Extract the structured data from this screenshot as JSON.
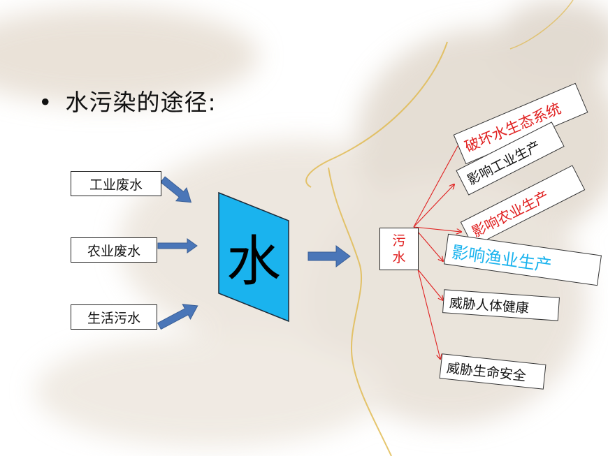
{
  "title": {
    "bullet": "•",
    "text": "水污染的途径:"
  },
  "sources": [
    {
      "label": "工业废水"
    },
    {
      "label": "农业废水"
    },
    {
      "label": "生活污水"
    }
  ],
  "center": {
    "label": "水",
    "fill": "#1ab3ee"
  },
  "sewage": {
    "line1": "污",
    "line2": "水"
  },
  "effects": [
    {
      "label": "破坏水生态系统",
      "color": "#e02020"
    },
    {
      "label": "影响工业生产",
      "color": "#111111"
    },
    {
      "label": "影响农业生产",
      "color": "#e02020"
    },
    {
      "label": "影响渔业生产",
      "color": "#1ab3ee"
    },
    {
      "label": "威胁人体健康",
      "color": "#111111"
    },
    {
      "label": "威胁生命安全",
      "color": "#111111"
    }
  ],
  "colors": {
    "arrow": "#4a76b8",
    "connector": "#e02020"
  }
}
